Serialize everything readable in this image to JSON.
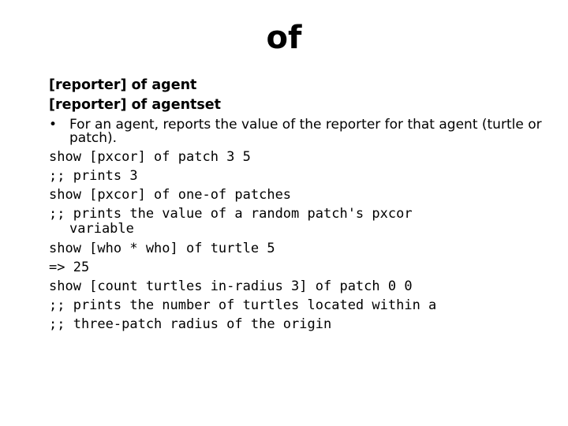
{
  "slide": {
    "title": "of",
    "syntax": [
      "[reporter] of agent",
      "[reporter] of agentset"
    ],
    "bullet": {
      "marker": "•",
      "text": "For an agent, reports the value of the reporter for that agent (turtle or patch)."
    },
    "code": {
      "l1": "show [pxcor] of patch 3 5",
      "l2": ";; prints 3",
      "l3": "show [pxcor] of one-of patches",
      "l4a": ";; prints the value of a random patch's pxcor",
      "l4b": "variable",
      "l5": "show [who * who] of turtle 5",
      "l6": "=> 25",
      "l7": "show [count turtles in-radius 3] of patch 0 0",
      "l8": ";; prints the number of turtles located within a",
      "l9": ";; three-patch radius of the origin"
    }
  }
}
